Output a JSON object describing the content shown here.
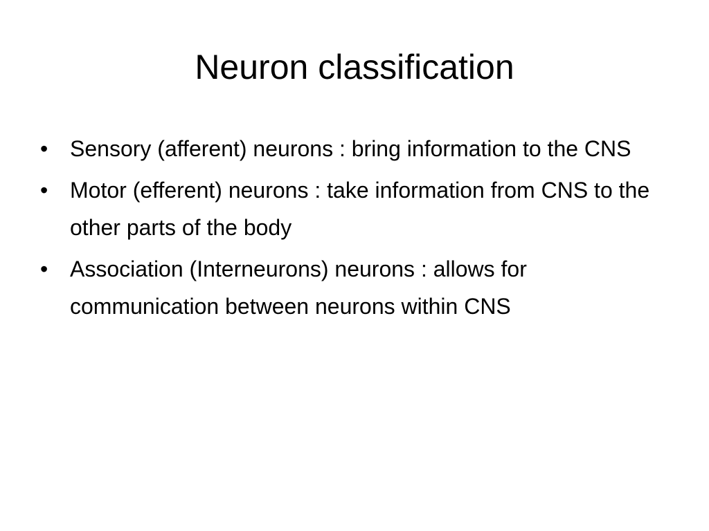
{
  "slide": {
    "title": "Neuron classification",
    "bullet_glyph": "•",
    "bullets": [
      "Sensory (afferent) neurons : bring information to the CNS",
      "Motor (efferent) neurons : take information from CNS to the other parts of the body",
      "Association (Interneurons) neurons : allows for communication between neurons within CNS"
    ]
  }
}
